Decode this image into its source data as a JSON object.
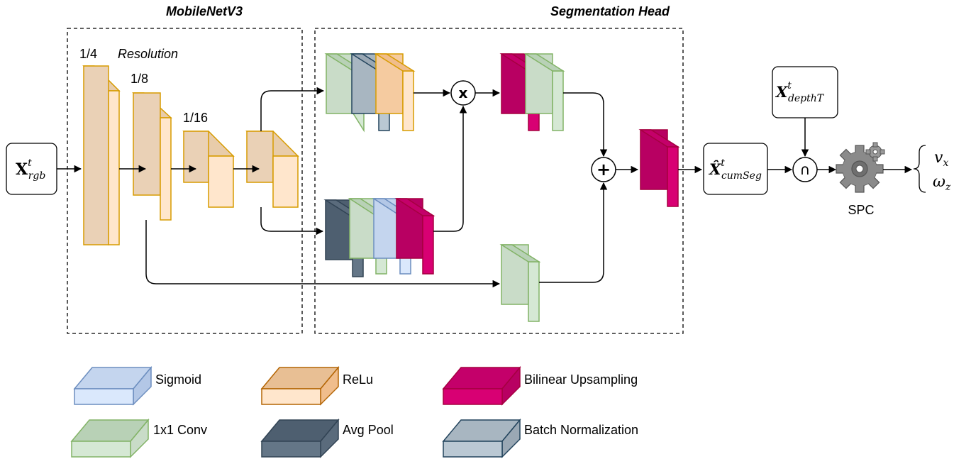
{
  "titles": {
    "backbone": "MobileNetV3",
    "head": "Segmentation Head"
  },
  "resolution": {
    "label": "Resolution",
    "levels": [
      "1/4",
      "1/8",
      "1/16"
    ]
  },
  "nodes": {
    "input": {
      "base": "X",
      "sup": "t",
      "sub": "rgb"
    },
    "depth": {
      "base": "X",
      "sup": "t",
      "sub": "depthT"
    },
    "cumseg": {
      "base": "X̂",
      "sup": "t",
      "sub": "cumSeg"
    },
    "multiply": "x",
    "add": "+",
    "intersect": "∩",
    "spc": "SPC",
    "outputs": [
      {
        "base": "v",
        "sub": "x"
      },
      {
        "base": "ω",
        "sub": "z"
      }
    ]
  },
  "legend": [
    {
      "label": "Sigmoid",
      "color": "#dae8fc"
    },
    {
      "label": "ReLu",
      "color": "#ffe6cc"
    },
    {
      "label": "Bilinear Upsampling",
      "color": "#d80073"
    },
    {
      "label": "1x1 Conv",
      "color": "#d5e8d4"
    },
    {
      "label": "Avg Pool",
      "color": "#647687"
    },
    {
      "label": "Batch Normalization",
      "color": "#bac8d3"
    }
  ],
  "colors": {
    "relu_fill": "#ffe6cc",
    "relu_stroke": "#d79b00",
    "conv_fill": "#d5e8d4",
    "conv_stroke": "#82b366",
    "sigmoid_fill": "#dae8fc",
    "sigmoid_stroke": "#6c8ebf",
    "upsample_fill": "#d80073",
    "upsample_stroke": "#a50040",
    "avgpool_fill": "#647687",
    "avgpool_stroke": "#314354",
    "batchnorm_fill": "#bac8d3",
    "batchnorm_stroke": "#23445d"
  }
}
